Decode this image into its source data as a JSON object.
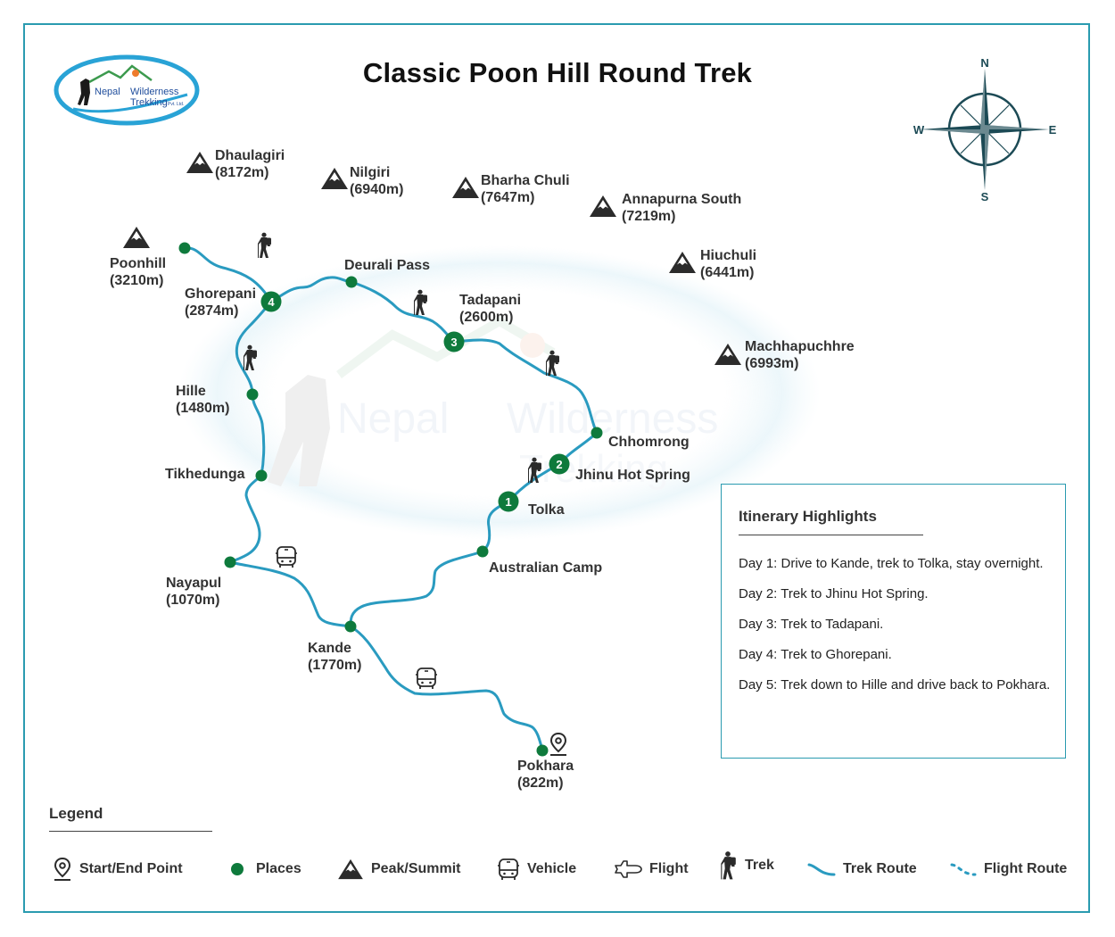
{
  "title": "Classic Poon Hill Round Trek",
  "logo": {
    "line1_a": "Nepal",
    "line1_b": "Wilderness",
    "line2": "Trekking",
    "suffix": "Pvt. Ltd."
  },
  "compass": {
    "n": "N",
    "e": "E",
    "s": "S",
    "w": "W"
  },
  "colors": {
    "route": "#2a9bc0",
    "place": "#0e7a3c",
    "frame": "#2a9bb0",
    "icon": "#2b2b2b"
  },
  "peaks": [
    {
      "name": "Dhaulagiri",
      "elev": "(8172m)"
    },
    {
      "name": "Nilgiri",
      "elev": "(6940m)"
    },
    {
      "name": "Bharha Chuli",
      "elev": "(7647m)"
    },
    {
      "name": "Annapurna South",
      "elev": "(7219m)"
    },
    {
      "name": "Hiuchuli",
      "elev": "(6441m)"
    },
    {
      "name": "Machhapuchhre",
      "elev": "(6993m)"
    },
    {
      "name": "Poonhill",
      "elev": "(3210m)"
    }
  ],
  "places": [
    {
      "name": "Ghorepani",
      "elev": "(2874m)",
      "day": "4"
    },
    {
      "name": "Deurali Pass",
      "elev": ""
    },
    {
      "name": "Tadapani",
      "elev": "(2600m)",
      "day": "3"
    },
    {
      "name": "Chhomrong",
      "elev": ""
    },
    {
      "name": "Jhinu Hot Spring",
      "elev": "",
      "day": "2"
    },
    {
      "name": "Tolka",
      "elev": "",
      "day": "1"
    },
    {
      "name": "Australian Camp",
      "elev": ""
    },
    {
      "name": "Hille",
      "elev": "(1480m)"
    },
    {
      "name": "Tikhedunga",
      "elev": ""
    },
    {
      "name": "Nayapul",
      "elev": "(1070m)"
    },
    {
      "name": "Kande",
      "elev": "(1770m)"
    },
    {
      "name": "Pokhara",
      "elev": "(822m)"
    }
  ],
  "itinerary": {
    "title": "Itinerary Highlights",
    "days": [
      "Day 1: Drive to Kande, trek to Tolka, stay overnight.",
      "Day 2: Trek to Jhinu Hot Spring.",
      "Day 3: Trek to Tadapani.",
      "Day 4: Trek to Ghorepani.",
      "Day 5: Trek down to Hille and drive back to Pokhara."
    ]
  },
  "legend": {
    "title": "Legend",
    "items": [
      {
        "icon": "start-end-point-icon",
        "label": "Start/End Point"
      },
      {
        "icon": "places-dot-icon",
        "label": "Places"
      },
      {
        "icon": "peak-summit-icon",
        "label": "Peak/Summit"
      },
      {
        "icon": "vehicle-icon",
        "label": "Vehicle"
      },
      {
        "icon": "flight-icon",
        "label": "Flight"
      },
      {
        "icon": "trek-icon",
        "label": "Trek"
      },
      {
        "icon": "trek-route-icon",
        "label": "Trek Route"
      },
      {
        "icon": "flight-route-icon",
        "label": "Flight Route"
      }
    ]
  }
}
